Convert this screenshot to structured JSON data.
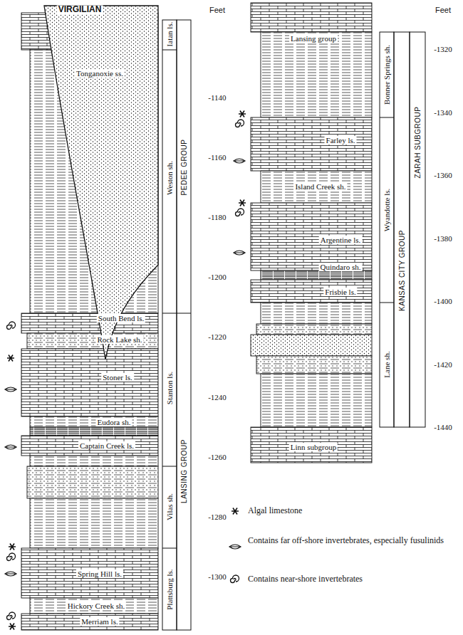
{
  "diagram": {
    "labels": [
      "VIRGILIAN",
      "Feet",
      "Iatan ls.",
      "Tonganoxie ss.",
      "Weston sh.",
      "PEDEE GROUP",
      "-1140",
      "-1160",
      "-1180",
      "-1200",
      "-1220",
      "-1240",
      "-1260",
      "-1280",
      "-1300",
      "South Bend ls.",
      "Rock Lake sh.",
      "Stoner ls.",
      "Stanton ls.",
      "Eudora sh.",
      "Captain Creek ls.",
      "LANSING GROUP",
      "Vilas sh.",
      "Spring Hill ls.",
      "Plattsburg ls.",
      "Hickory Creek sh.",
      "Merriam ls.",
      "Feet",
      "Lansing group",
      "Bonner Springs sh.",
      "-1320",
      "-1340",
      "-1360",
      "-1380",
      "-1400",
      "-1420",
      "-1440",
      "Farley ls.",
      "Island Creek sh.",
      "Wyandotte ls.",
      "Argentine ls.",
      "Quindaro sh.",
      "Frisbie ls.",
      "Lane sh.",
      "ZARAH SUBGROUP",
      "KANSAS CITY GROUP",
      "Linn subgroup"
    ],
    "legend": [
      {
        "text": "Algal limestone"
      },
      {
        "text": "Contains far off-shore invertebrates, especially fusulinids"
      },
      {
        "text": "Contains near-shore invertebrates"
      }
    ]
  }
}
